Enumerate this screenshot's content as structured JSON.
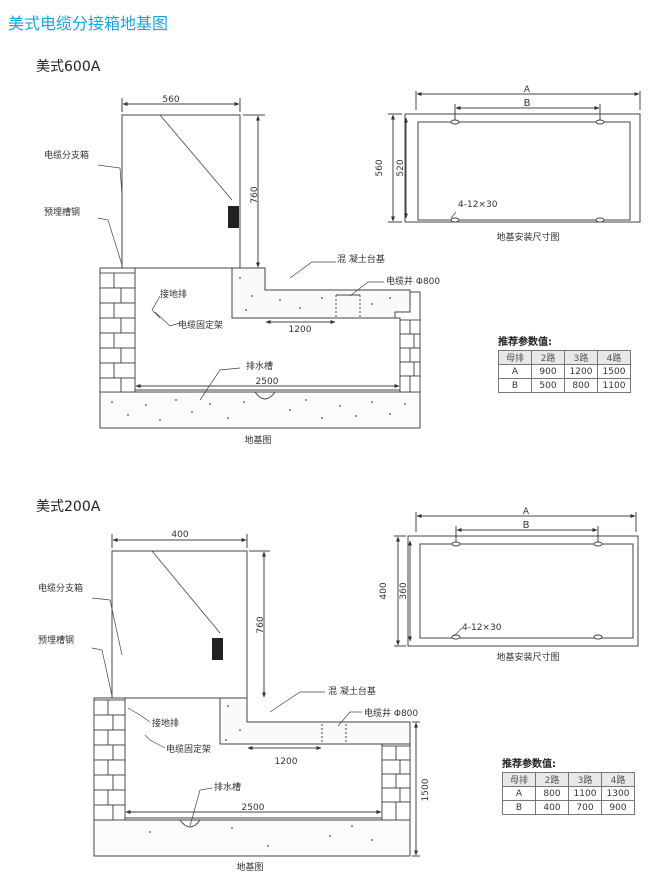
{
  "page": {
    "title": "美式电缆分接箱地基图"
  },
  "sections": [
    {
      "title": "美式600A",
      "labels": {
        "box": "电缆分支箱",
        "channel": "预埋槽钢",
        "ground_bar": "接地排",
        "cable_rack": "电缆固定架",
        "concrete": "混 凝土台基",
        "well": "电缆井 Φ800",
        "drain": "排水槽",
        "caption": "地基图"
      },
      "dims": {
        "width": "560",
        "height": "760",
        "well_len": "1200",
        "drain_len": "2500"
      },
      "plan": {
        "A": "A",
        "B": "B",
        "outer": "560",
        "inner": "520",
        "holes": "4-12×30",
        "caption": "地基安装尺寸图"
      },
      "params": {
        "title": "推荐参数值:",
        "headers": [
          "母排",
          "2路",
          "3路",
          "4路"
        ],
        "rows": [
          [
            "A",
            "900",
            "1200",
            "1500"
          ],
          [
            "B",
            "500",
            "800",
            "1100"
          ]
        ]
      }
    },
    {
      "title": "美式200A",
      "labels": {
        "box": "电缆分支箱",
        "channel": "预埋槽钢",
        "ground_bar": "接地排",
        "cable_rack": "电缆固定架",
        "concrete": "混 凝土台基",
        "well": "电缆井 Φ800",
        "drain": "排水槽",
        "caption": "地基图"
      },
      "dims": {
        "width": "400",
        "height": "760",
        "well_len": "1200",
        "drain_len": "2500",
        "depth": "1500"
      },
      "plan": {
        "A": "A",
        "B": "B",
        "outer": "400",
        "inner": "360",
        "holes": "4-12×30",
        "caption": "地基安装尺寸图"
      },
      "params": {
        "title": "推荐参数值:",
        "headers": [
          "母排",
          "2路",
          "3路",
          "4路"
        ],
        "rows": [
          [
            "A",
            "800",
            "1100",
            "1300"
          ],
          [
            "B",
            "400",
            "700",
            "900"
          ]
        ]
      }
    }
  ]
}
